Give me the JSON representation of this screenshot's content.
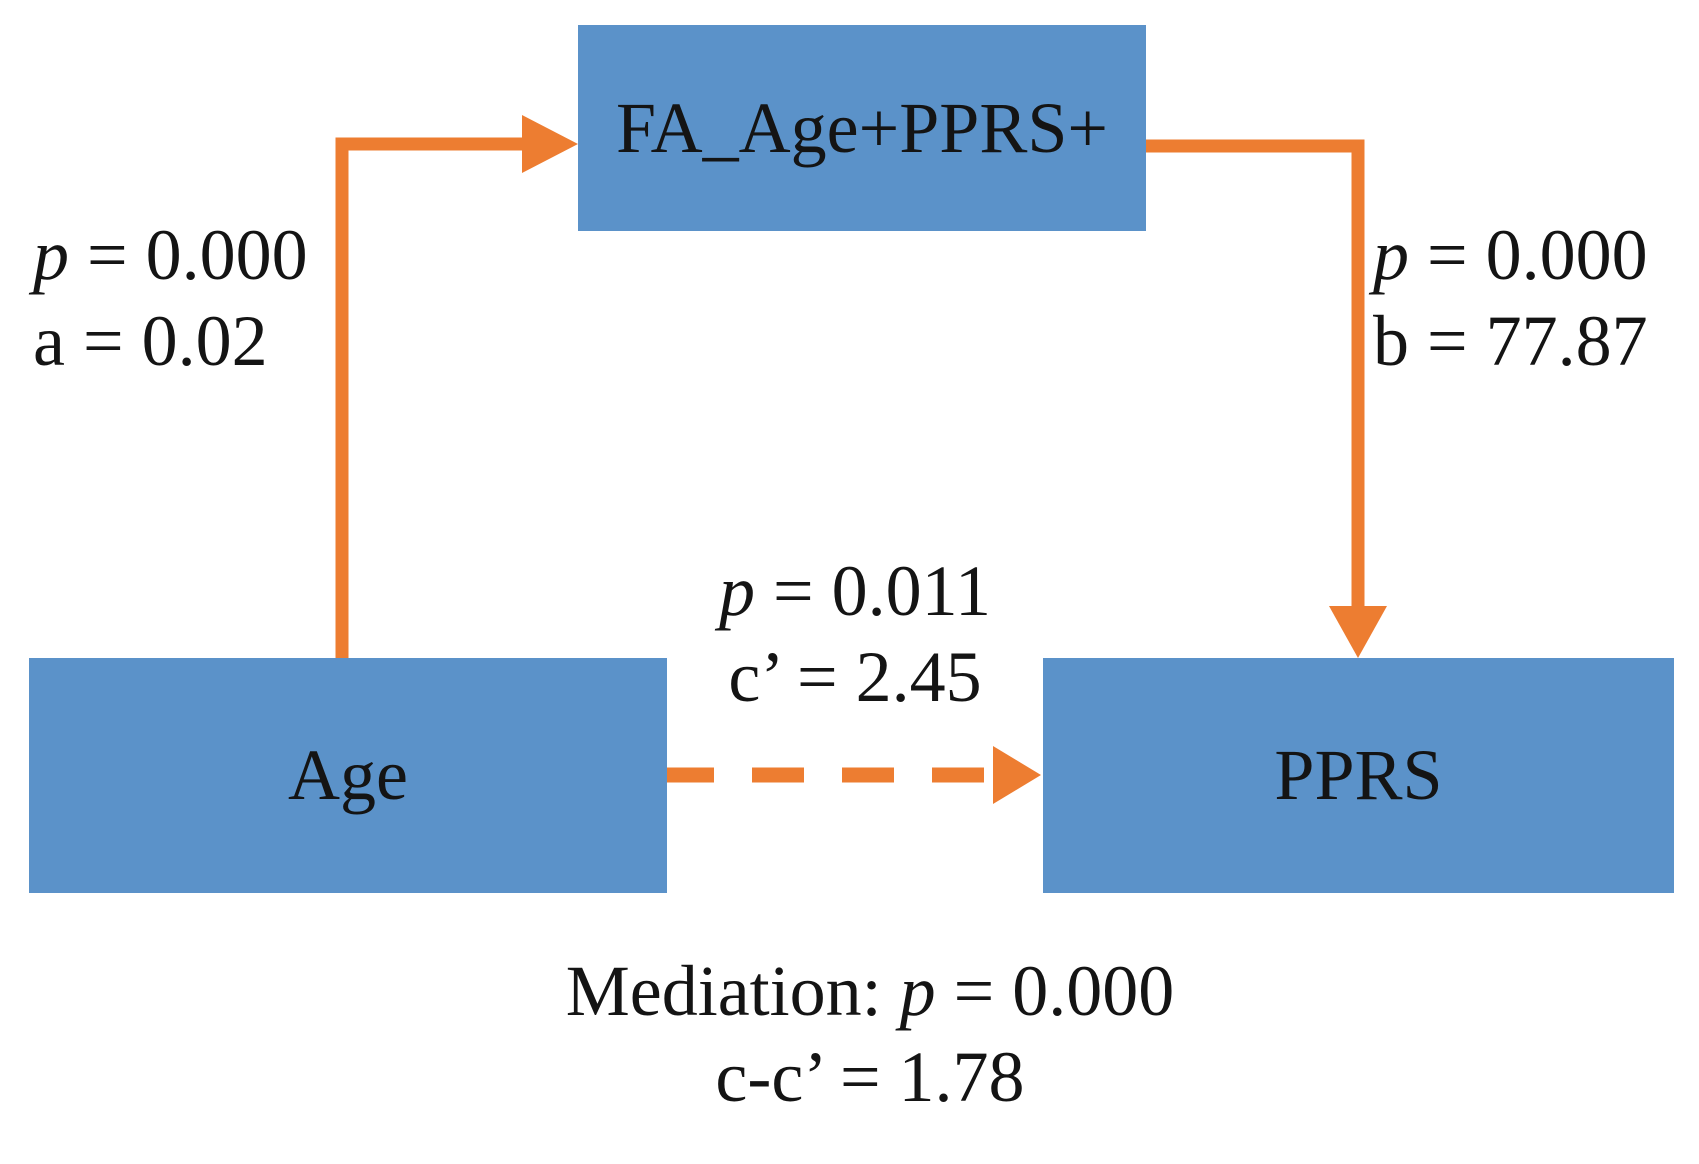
{
  "figure": {
    "colors": {
      "bg": "#ffffff",
      "box": "#5b92c9",
      "arrow": "#ed7d31",
      "text": "#141414"
    },
    "boxes": {
      "mediator": "FA_Age+PPRS+",
      "predictor": "Age",
      "outcome": "PPRS"
    },
    "labels": {
      "path_a": {
        "p_var": "p",
        "p_rest": " = 0.000",
        "coef": "a = 0.02"
      },
      "path_b": {
        "p_var": "p",
        "p_rest": " = 0.000",
        "coef": "b = 77.87"
      },
      "path_c_prime": {
        "p_var": "p",
        "p_rest": " = 0.011",
        "coef": "c’ = 2.45"
      },
      "mediation": {
        "prefix": "Mediation: ",
        "p_var": "p",
        "p_rest": " = 0.000",
        "coef": "c-c’ = 1.78"
      }
    }
  }
}
